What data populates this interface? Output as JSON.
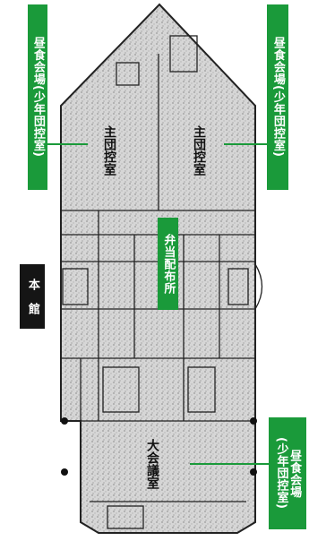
{
  "labels": {
    "lunch_left": "昼食会場(少年団控室)",
    "lunch_right": "昼食会場(少年団控室)",
    "bento": "弁当配布所",
    "honkan": "本　館",
    "lunch_bottom_line1": "昼食会場",
    "lunch_bottom_line2": "(少年団控室)"
  },
  "room_labels": {
    "top_left": "主団控室",
    "top_right": "主団控室",
    "large_hall": "大会議室"
  },
  "colors": {
    "label_green": "#1a9a3a",
    "label_black": "#151515",
    "label_text": "#ffffff",
    "plan_fill": "#d6d6d6",
    "plan_line": "#222222"
  }
}
